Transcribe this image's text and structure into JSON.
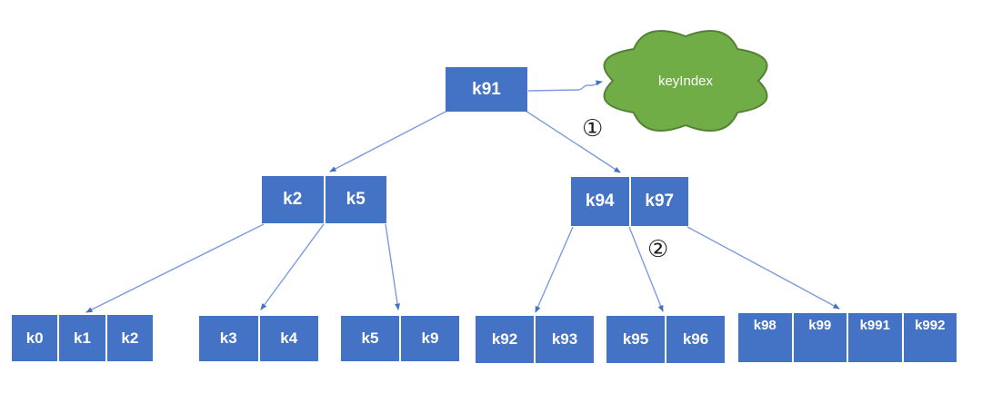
{
  "diagram": {
    "cloud": {
      "label": "keyIndex"
    },
    "annotations": {
      "step1": "①",
      "step2": "②"
    },
    "colors": {
      "node_fill": "#4472C4",
      "node_text": "#FFFFFF",
      "divider": "#FFFFFF",
      "arrow_line": "#7C9BE0",
      "arrow_head": "#4472C4",
      "cloud_fill": "#70AD47",
      "cloud_stroke": "#538135",
      "annotation_text": "#1F1F1F",
      "background": "#FFFFFF"
    },
    "nodes": {
      "root": {
        "cells": [
          "k91"
        ]
      },
      "left_internal": {
        "cells": [
          "k2",
          "k5"
        ]
      },
      "right_internal": {
        "cells": [
          "k94",
          "k97"
        ]
      },
      "leaf1": {
        "cells": [
          "k0",
          "k1",
          "k2"
        ]
      },
      "leaf2": {
        "cells": [
          "k3",
          "k4"
        ]
      },
      "leaf3": {
        "cells": [
          "k5",
          "k9"
        ]
      },
      "leaf4": {
        "cells": [
          "k92",
          "k93"
        ]
      },
      "leaf5": {
        "cells": [
          "k95",
          "k96"
        ]
      },
      "leaf6": {
        "cells": [
          "k98",
          "k99",
          "k991",
          "k992"
        ]
      }
    }
  }
}
